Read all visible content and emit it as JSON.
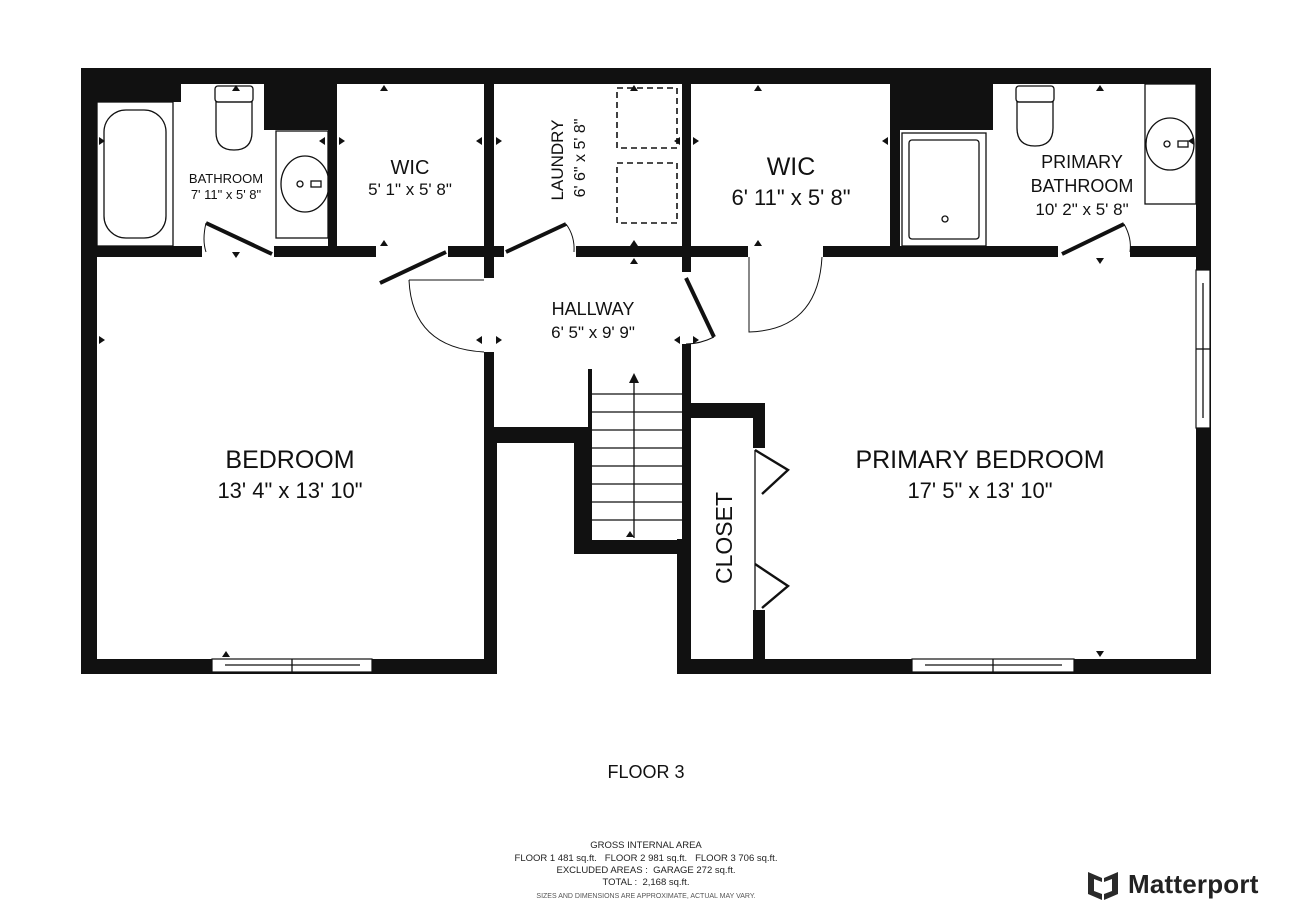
{
  "rooms": {
    "bathroom": {
      "name": "BATHROOM",
      "dims": "7' 11\" x 5' 8\""
    },
    "wic_small": {
      "name": "WIC",
      "dims": "5' 1\" x 5' 8\""
    },
    "laundry": {
      "name": "LAUNDRY",
      "dims": "6' 6\" x 5' 8\""
    },
    "wic_large": {
      "name": "WIC",
      "dims": "6' 11\" x 5' 8\""
    },
    "primary_bathroom": {
      "name_line1": "PRIMARY",
      "name_line2": "BATHROOM",
      "dims": "10' 2\" x 5' 8\""
    },
    "hallway": {
      "name": "HALLWAY",
      "dims": "6' 5\" x 9' 9\""
    },
    "bedroom": {
      "name": "BEDROOM",
      "dims": "13' 4\" x 13' 10\""
    },
    "primary_bedroom": {
      "name": "PRIMARY BEDROOM",
      "dims": "17' 5\" x 13' 10\""
    },
    "closet": {
      "name": "CLOSET"
    }
  },
  "floor_label": "FLOOR 3",
  "footer": {
    "gross_title": "GROSS INTERNAL AREA",
    "floors_line": "FLOOR 1 481 sq.ft.   FLOOR 2 981 sq.ft.   FLOOR 3 706 sq.ft.",
    "excluded_line": "EXCLUDED AREAS :  GARAGE 272 sq.ft.",
    "total_line": "TOTAL :  2,168 sq.ft.",
    "disclaimer": "SIZES AND DIMENSIONS ARE APPROXIMATE, ACTUAL MAY VARY."
  },
  "brand": {
    "name": "Matterport",
    "icon": "matterport-logo-icon"
  }
}
